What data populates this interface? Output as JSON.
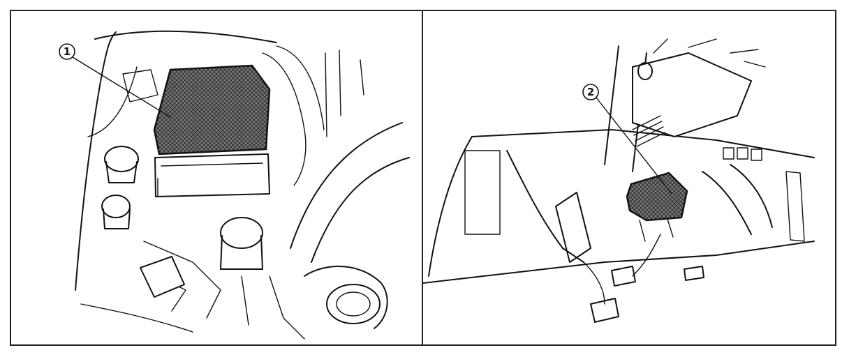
{
  "diagram": {
    "panels": [
      {
        "id": "engine-compartment",
        "callout": "1",
        "component": "shaded-block"
      },
      {
        "id": "under-dash",
        "callout": "2",
        "component": "shaded-module"
      }
    ],
    "colors": {
      "ink": "#111111",
      "shade": "#555555",
      "background": "#ffffff"
    }
  }
}
